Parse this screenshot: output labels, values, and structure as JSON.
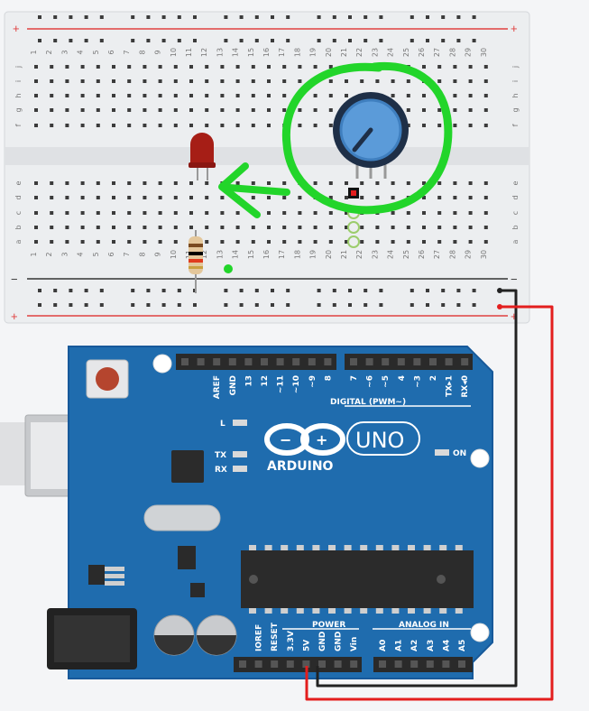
{
  "breadboard": {
    "plus": "+",
    "minus": "−",
    "row_letters_top": [
      "j",
      "i",
      "h",
      "g",
      "f"
    ],
    "row_letters_bottom": [
      "e",
      "d",
      "c",
      "b",
      "a"
    ],
    "columns": [
      "1",
      "2",
      "3",
      "4",
      "5",
      "6",
      "7",
      "8",
      "9",
      "10",
      "11",
      "12",
      "13",
      "14",
      "15",
      "16",
      "17",
      "18",
      "19",
      "20",
      "21",
      "22",
      "23",
      "24",
      "25",
      "26",
      "27",
      "28",
      "29",
      "30"
    ]
  },
  "arduino": {
    "logo_symbol": "∞",
    "brand": "ARDUINO",
    "model": "UNO",
    "digital_header": "DIGITAL (PWM~)",
    "digital_pins": [
      "AREF",
      "GND",
      "13",
      "12",
      "~11",
      "~10",
      "~9",
      "8",
      "7",
      "~6",
      "~5",
      "4",
      "~3",
      "2",
      "TX▸1",
      "RX◂0"
    ],
    "led_l": "L",
    "led_tx": "TX",
    "led_rx": "RX",
    "led_on": "ON",
    "power_header": "POWER",
    "analog_header": "ANALOG IN",
    "power_pins": [
      "IOREF",
      "RESET",
      "3.3V",
      "5V",
      "GND",
      "GND",
      "Vin"
    ],
    "analog_pins": [
      "A0",
      "A1",
      "A2",
      "A3",
      "A4",
      "A5"
    ]
  },
  "colors": {
    "board_blue": "#1f6cae",
    "annotation_green": "#22d52a",
    "wire_red": "#e31e1e",
    "wire_black": "#222222",
    "led_red": "#a61e16",
    "knob_blue": "#5b9bd9"
  },
  "icons": [
    "potentiometer-icon",
    "led-icon",
    "resistor-icon",
    "reset-button-icon",
    "usb-port-icon",
    "power-jack-icon",
    "chip-icon",
    "arrow-annotation-icon",
    "circle-annotation-icon"
  ]
}
